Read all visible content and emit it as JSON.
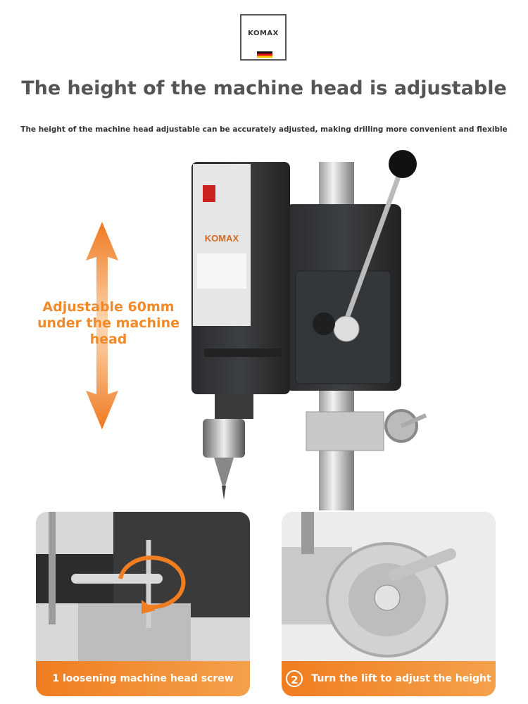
{
  "brand": {
    "logo_text": "KOMAX",
    "flag_colors": [
      "#111111",
      "#dd1111",
      "#f4c400"
    ]
  },
  "headline": "The height of the machine head is adjustable",
  "subheadline": "The height of the machine head adjustable can be accurately adjusted, making drilling more convenient and flexible",
  "adjust_label": "Adjustable 60mm\nunder the machine\nhead",
  "machine_label": {
    "brand": "KOMAX"
  },
  "panels": [
    {
      "caption": "1 loosening machine head screw"
    },
    {
      "step": "2",
      "caption": "Turn the lift to adjust the height"
    }
  ],
  "colors": {
    "accent": "#f08a2a",
    "text": "#555555"
  }
}
